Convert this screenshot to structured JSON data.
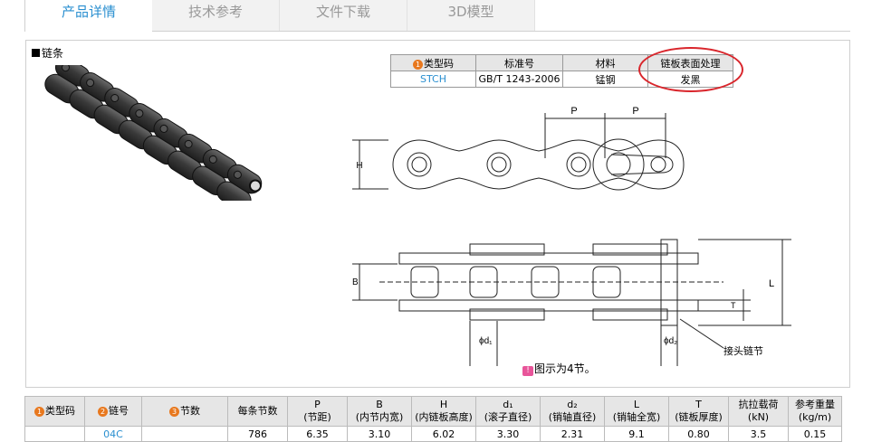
{
  "tabs": [
    {
      "label": "产品详情",
      "active": true
    },
    {
      "label": "技术参考",
      "active": false
    },
    {
      "label": "文件下载",
      "active": false
    },
    {
      "label": "3D模型",
      "active": false
    }
  ],
  "product": {
    "title": "链条"
  },
  "spec_table": {
    "headers": [
      "类型码",
      "标准号",
      "材料",
      "链板表面处理"
    ],
    "header_badge": "1",
    "row": [
      "STCH",
      "GB/T 1243-2006",
      "锰钢",
      "发黑"
    ]
  },
  "diagram": {
    "labels": {
      "P1": "P",
      "P2": "P",
      "H": "H",
      "B": "B",
      "L": "L",
      "T": "T",
      "d1": "ϕd₁",
      "d2": "ϕd₂",
      "joint": "接头链节"
    },
    "note_badge": "!",
    "note": "图示为4节。"
  },
  "main_table": {
    "headers": [
      {
        "badge": "1",
        "text": "类型码"
      },
      {
        "badge": "2",
        "text": "链号"
      },
      {
        "badge": "3",
        "text": "节数"
      },
      {
        "text": "每条节数"
      },
      {
        "text": "P",
        "sub": "(节距)"
      },
      {
        "text": "B",
        "sub": "(内节内宽)"
      },
      {
        "text": "H",
        "sub": "(内链板高度)"
      },
      {
        "text": "d₁",
        "sub": "(滚子直径)"
      },
      {
        "text": "d₂",
        "sub": "(销轴直径)"
      },
      {
        "text": "L",
        "sub": "(销轴全宽)"
      },
      {
        "text": "T",
        "sub": "(链板厚度)"
      },
      {
        "text": "抗拉载荷",
        "sub": "(kN)"
      },
      {
        "text": "参考重量",
        "sub": "(kg/m)"
      }
    ],
    "rows": [
      [
        "",
        "04C",
        "",
        "786",
        "6.35",
        "3.10",
        "6.02",
        "3.30",
        "2.31",
        "9.1",
        "0.80",
        "3.5",
        "0.15"
      ]
    ]
  },
  "colors": {
    "accent": "#2a8fd0",
    "badge_orange": "#e8781e",
    "highlight": "#d9262c",
    "note_badge": "#e8559a"
  }
}
